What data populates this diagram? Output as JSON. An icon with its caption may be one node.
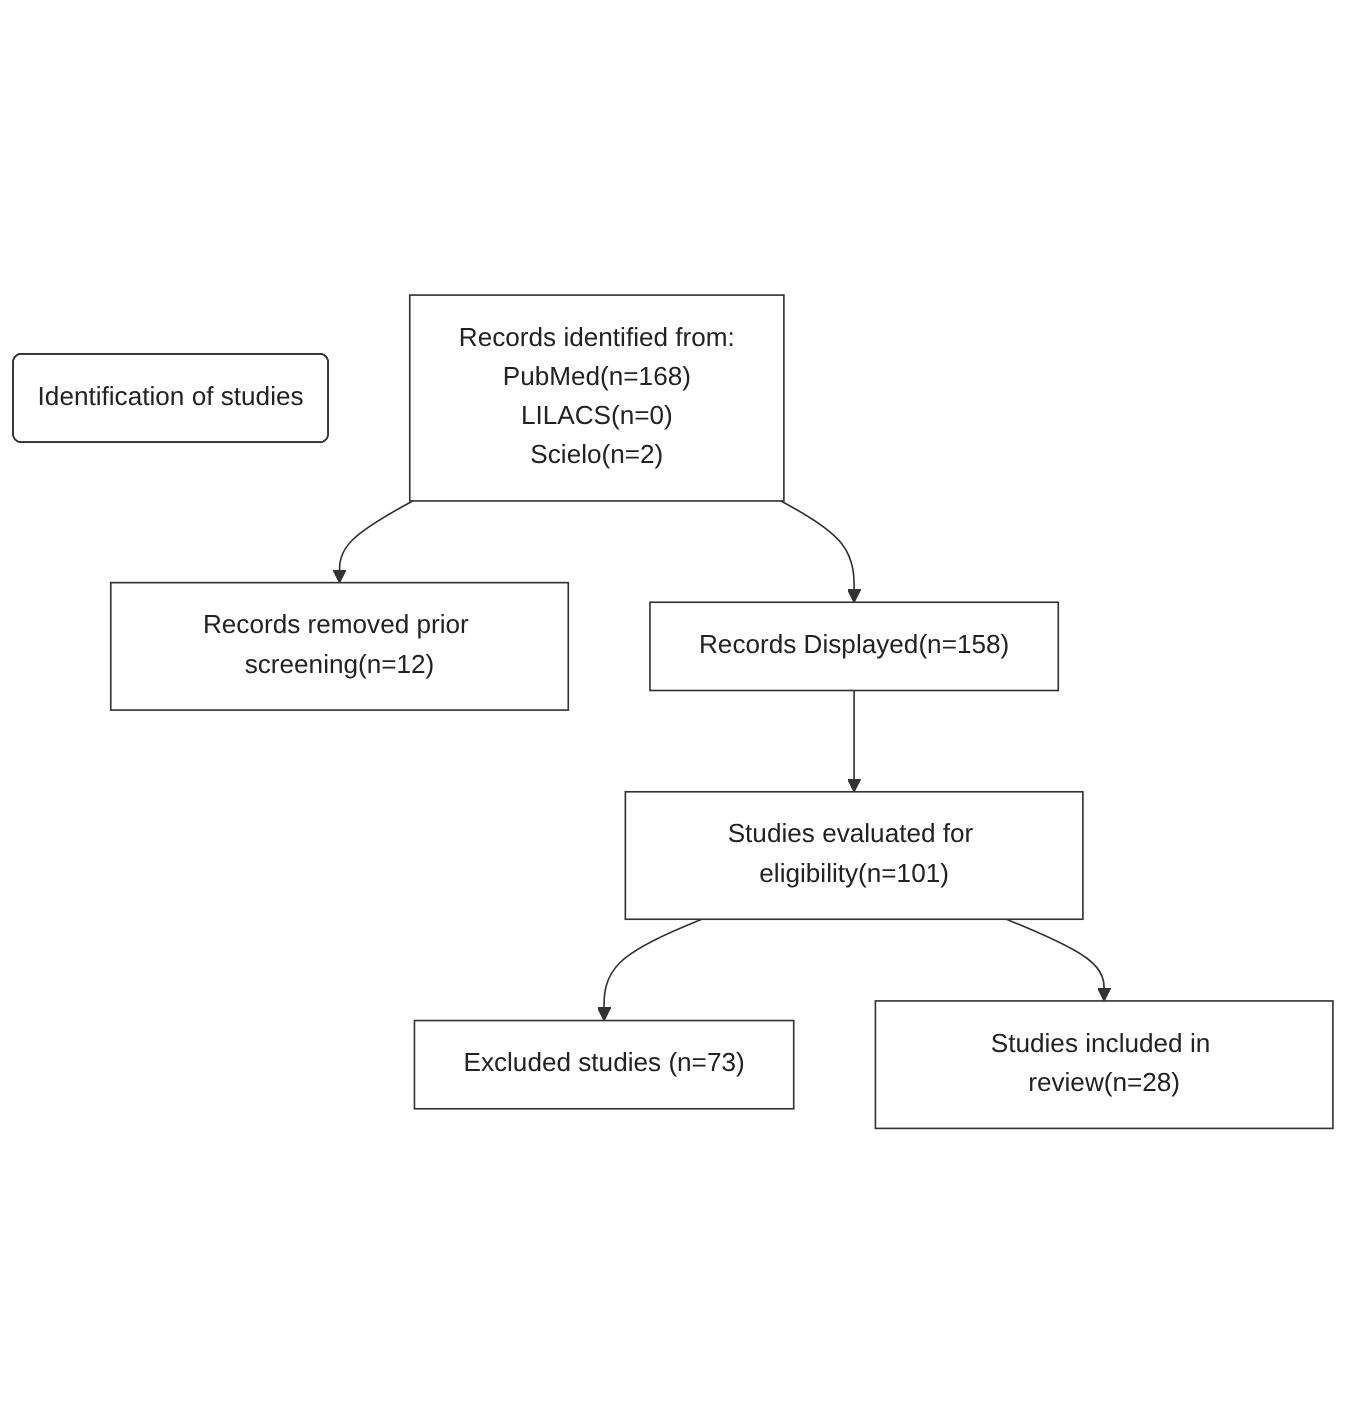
{
  "diagram": {
    "nodes": [
      {
        "text": [
          "Identification of studies"
        ]
      },
      {
        "text": [
          "Records removed prior screening(n=12)"
        ]
      },
      {
        "text": [
          "Records identified from:",
          "PubMed(n=168)",
          "LILACS(n=0)",
          "Scielo(n=2)"
        ]
      },
      {
        "text": [
          "Records Displayed(n=158)"
        ]
      },
      {
        "text": [
          "Excluded studies (n=73)"
        ]
      },
      {
        "text": [
          "Studies evaluated for eligibility(n=101)"
        ]
      },
      {
        "text": [
          "Studies included in review(n=28)"
        ]
      }
    ],
    "edges": [
      {
        "from": 2,
        "to": 1,
        "arrow": "to"
      },
      {
        "from": 2,
        "to": 3,
        "arrow": "to"
      },
      {
        "from": 3,
        "to": 5,
        "arrow": "to"
      },
      {
        "from": 5,
        "to": 4,
        "arrow": "to"
      },
      {
        "from": 5,
        "to": 6,
        "arrow": "to"
      }
    ]
  }
}
